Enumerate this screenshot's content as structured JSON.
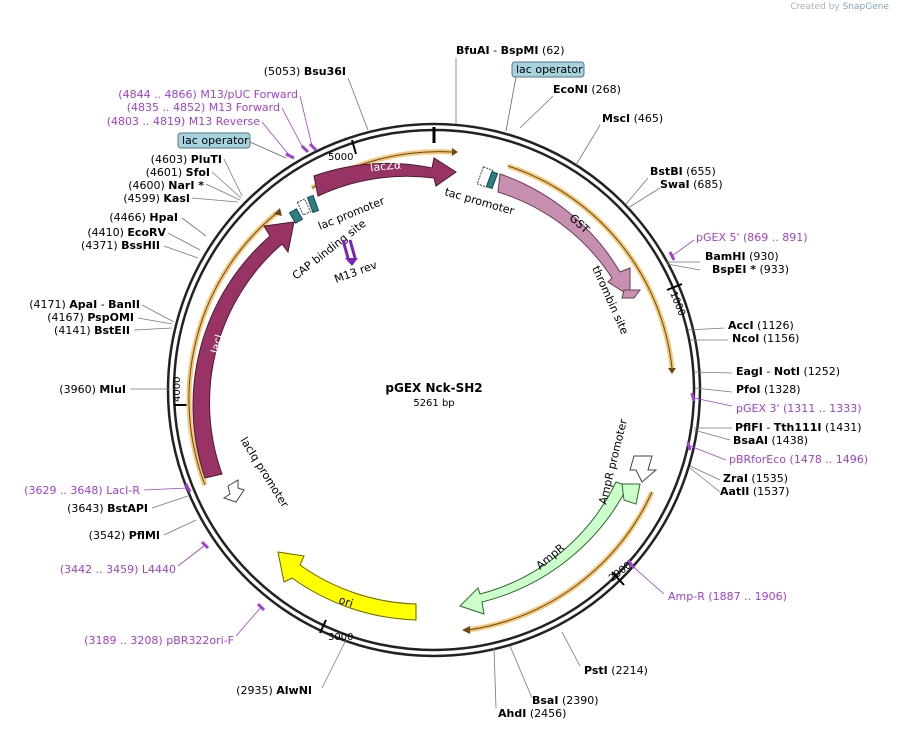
{
  "credit": {
    "prefix": "Created by",
    "brand": "SnapGene"
  },
  "plasmid": {
    "name": "pGEX Nck-SH2",
    "length": "5261 bp"
  },
  "ticks": [
    "1000",
    "2000",
    "3000",
    "4000",
    "5000"
  ],
  "features": {
    "lacZa": "lacZα",
    "GST": "GST",
    "thrombin": "thrombin site",
    "AmpR": "AmpR",
    "AmpR_promoter": "AmpR promoter",
    "ori": "ori",
    "lacI": "lacI",
    "lacIq_promoter": "lacIq promoter",
    "tac_promoter": "tac promoter",
    "lac_promoter": "lac promoter",
    "CAP_site": "CAP binding site",
    "M13_rev": "M13 rev",
    "lac_operator": "lac operator"
  },
  "enzymes": [
    {
      "name": "BfuAI",
      "name2": "BspMI",
      "pos": "(62)"
    },
    {
      "name": "EcoNI",
      "pos": "(268)"
    },
    {
      "name": "MscI",
      "pos": "(465)"
    },
    {
      "name": "BstBI",
      "pos": "(655)"
    },
    {
      "name": "SwaI",
      "pos": "(685)"
    },
    {
      "name": "BamHI",
      "pos": "(930)"
    },
    {
      "name": "BspEI *",
      "pos": "(933)"
    },
    {
      "name": "AccI",
      "pos": "(1126)"
    },
    {
      "name": "NcoI",
      "pos": "(1156)"
    },
    {
      "name": "EagI",
      "name2": "NotI",
      "pos": "(1252)"
    },
    {
      "name": "PfoI",
      "pos": "(1328)"
    },
    {
      "name": "PflFI",
      "name2": "Tth111I",
      "pos": "(1431)"
    },
    {
      "name": "BsaAI",
      "pos": "(1438)"
    },
    {
      "name": "ZraI",
      "pos": "(1535)"
    },
    {
      "name": "AatII",
      "pos": "(1537)"
    },
    {
      "name": "PstI",
      "pos": "(2214)"
    },
    {
      "name": "BsaI",
      "pos": "(2390)"
    },
    {
      "name": "AhdI",
      "pos": "(2456)"
    },
    {
      "name": "AlwNI",
      "pos": "(2935)"
    },
    {
      "name": "PflMI",
      "pos": "(3542)"
    },
    {
      "name": "BstAPI",
      "pos": "(3643)"
    },
    {
      "name": "MluI",
      "pos": "(3960)"
    },
    {
      "name": "BstEII",
      "pos": "(4141)"
    },
    {
      "name": "PspOMI",
      "pos": "(4167)"
    },
    {
      "name": "ApaI",
      "name2": "BanII",
      "pos": "(4171)"
    },
    {
      "name": "BssHII",
      "pos": "(4371)"
    },
    {
      "name": "EcoRV",
      "pos": "(4410)"
    },
    {
      "name": "HpaI",
      "pos": "(4466)"
    },
    {
      "name": "KasI",
      "pos": "(4599)"
    },
    {
      "name": "NarI *",
      "pos": "(4600)"
    },
    {
      "name": "SfoI",
      "pos": "(4601)"
    },
    {
      "name": "PluTI",
      "pos": "(4603)"
    },
    {
      "name": "Bsu36I",
      "pos": "(5053)"
    }
  ],
  "primers": [
    {
      "name": "pGEX 5'",
      "range": "(869 .. 891)"
    },
    {
      "name": "pGEX 3'",
      "range": "(1311 .. 1333)"
    },
    {
      "name": "pBRforEco",
      "range": "(1478 .. 1496)"
    },
    {
      "name": "Amp-R",
      "range": "(1887 .. 1906)"
    },
    {
      "name": "pBR322ori-F",
      "range": "(3189 .. 3208)"
    },
    {
      "name": "L4440",
      "range": "(3442 .. 3459)"
    },
    {
      "name": "LacI-R",
      "range": "(3629 .. 3648)"
    },
    {
      "name": "M13 Reverse",
      "range": "(4803 .. 4819)"
    },
    {
      "name": "M13 Forward",
      "range": "(4835 .. 4852)"
    },
    {
      "name": "M13/pUC Forward",
      "range": "(4844 .. 4866)"
    }
  ],
  "colors": {
    "lacZa": "#993366",
    "GST": "#c890b0",
    "lacI": "#993366",
    "AmpR": "#ccffcc",
    "ori": "#ffff00",
    "operator": "#a7d3df",
    "orf": "#f5c77a",
    "primer": "#a13fd1"
  }
}
